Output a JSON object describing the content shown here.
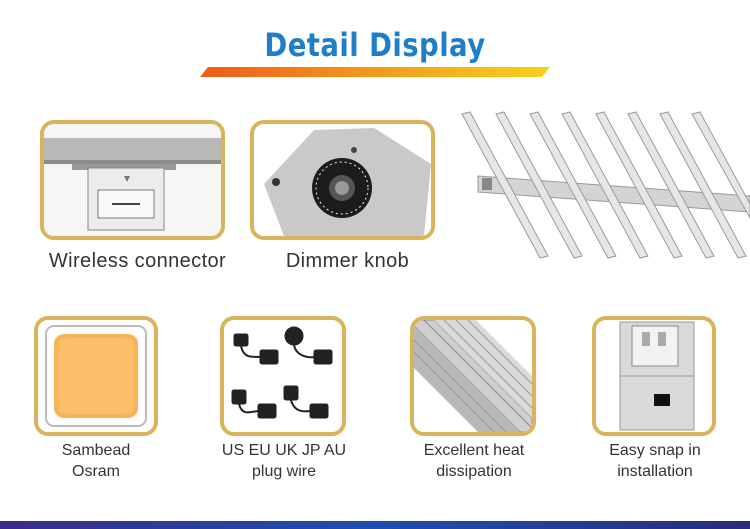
{
  "header": {
    "title": "Detail Display"
  },
  "features": [
    {
      "label": "Wireless connector"
    },
    {
      "label": "Dimmer knob"
    },
    {
      "label": "Sambead\nOsram"
    },
    {
      "label": "US EU UK JP AU\nplug wire"
    },
    {
      "label": "Excellent heat\ndissipation"
    },
    {
      "label": "Easy snap in\ninstallation"
    }
  ],
  "colors": {
    "title": "#1e7fc8",
    "frame": "#d8b45c",
    "accent_bar": "#f08a1c",
    "bottom_bar": "#2a3a9a"
  },
  "icons": [
    "connector-photo",
    "dimmer-knob-photo",
    "led-fixture-photo",
    "led-chip-photo",
    "plug-wires-photo",
    "heatsink-photo",
    "snap-connector-photo"
  ]
}
